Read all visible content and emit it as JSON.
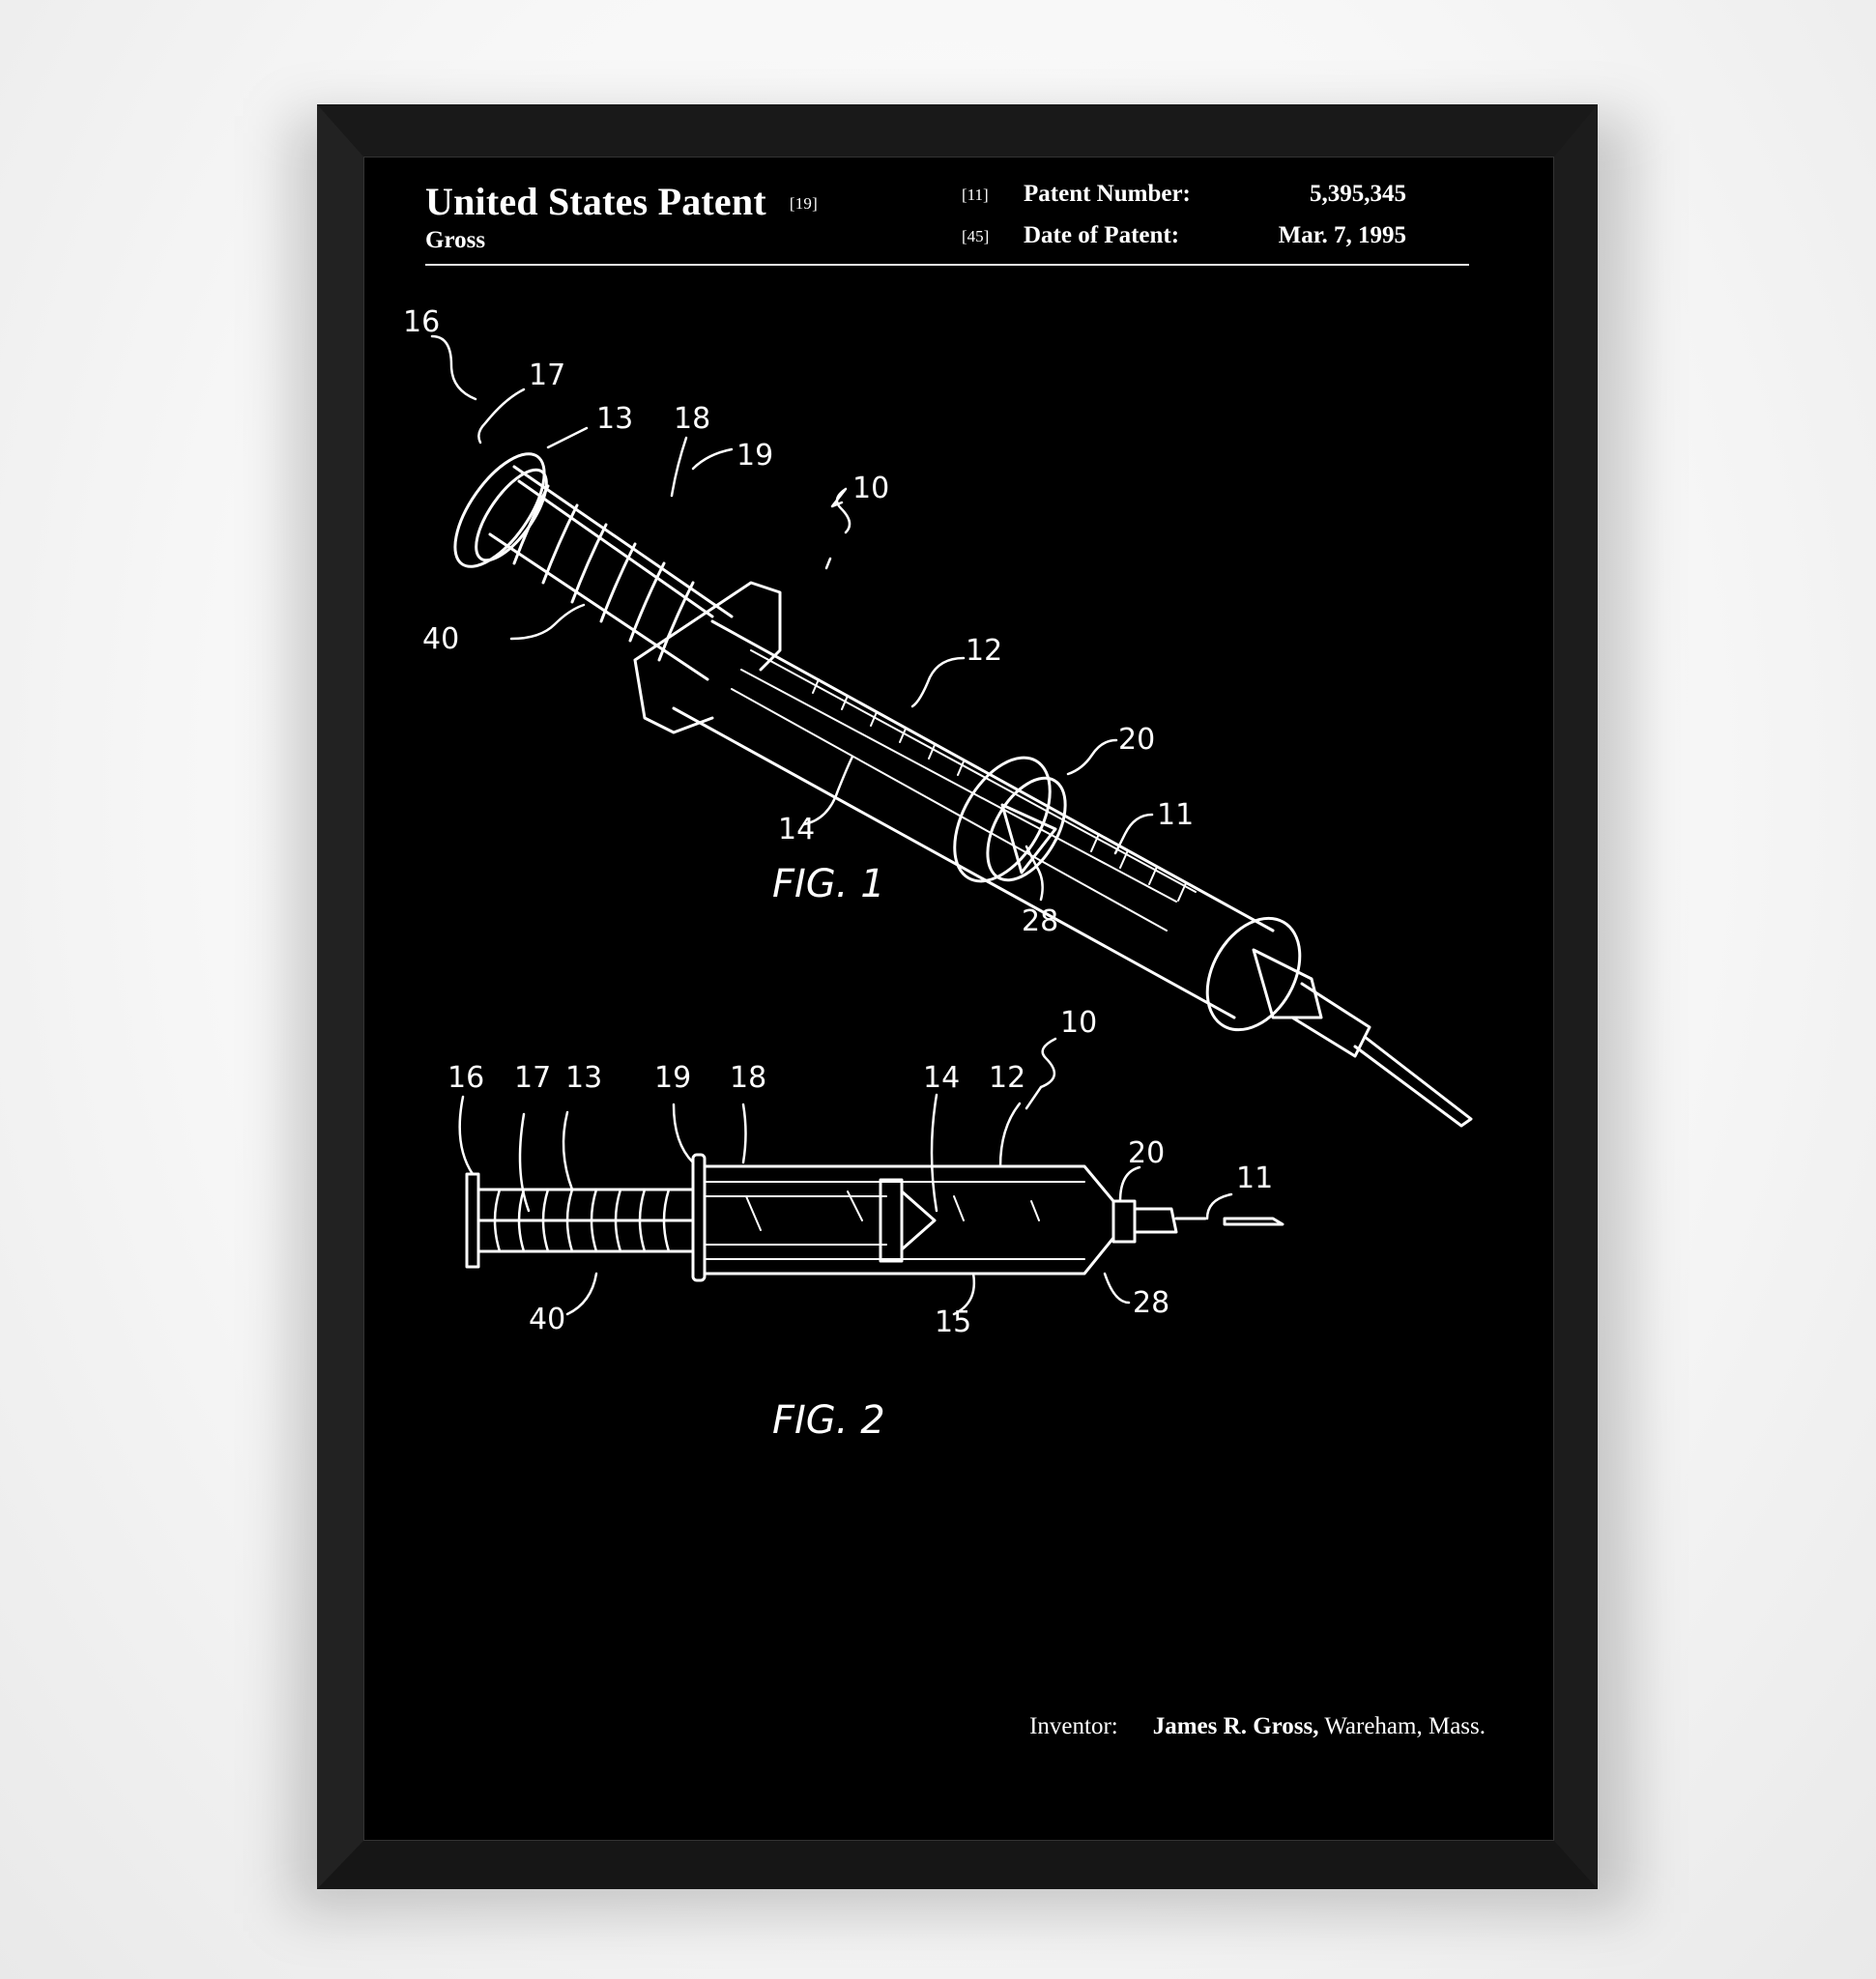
{
  "header": {
    "title": "United States Patent",
    "title_ref": "[19]",
    "inventor_surname": "Gross",
    "patent_number_ref": "[11]",
    "patent_number_label": "Patent Number:",
    "patent_number": "5,395,345",
    "date_ref": "[45]",
    "date_label": "Date of Patent:",
    "date": "Mar. 7, 1995"
  },
  "figures": [
    {
      "caption": "FIG. 1",
      "labels": [
        "16",
        "17",
        "13",
        "18",
        "19",
        "10",
        "40",
        "12",
        "20",
        "14",
        "11",
        "28"
      ]
    },
    {
      "caption": "FIG. 2",
      "labels": [
        "16",
        "17",
        "13",
        "19",
        "18",
        "14",
        "12",
        "10",
        "20",
        "11",
        "40",
        "15",
        "28"
      ]
    }
  ],
  "footer": {
    "inventor_label": "Inventor:",
    "inventor_name": "James R. Gross,",
    "inventor_location": "Wareham, Mass."
  },
  "colors": {
    "print_background": "#000000",
    "ink": "#ffffff",
    "frame": "#1e1e1e",
    "wall": "#f4f4f4"
  }
}
